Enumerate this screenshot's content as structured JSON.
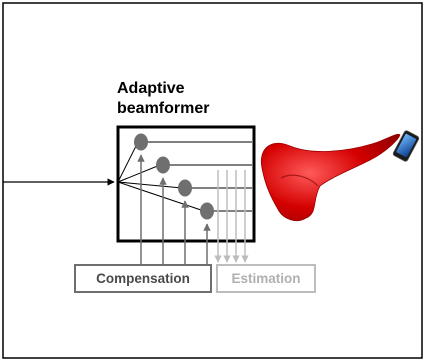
{
  "diagram": {
    "title_lines": [
      "Adaptive",
      "beamformer"
    ],
    "compensation_label": "Compensation",
    "estimation_label": "Estimation"
  },
  "colors": {
    "frame": "#000000",
    "beam": "#cc0000",
    "node": "#6f6f6f",
    "compensation": "#6e6e6e",
    "estimation": "#bdbdbd"
  },
  "icons": [
    "phone-icon"
  ]
}
